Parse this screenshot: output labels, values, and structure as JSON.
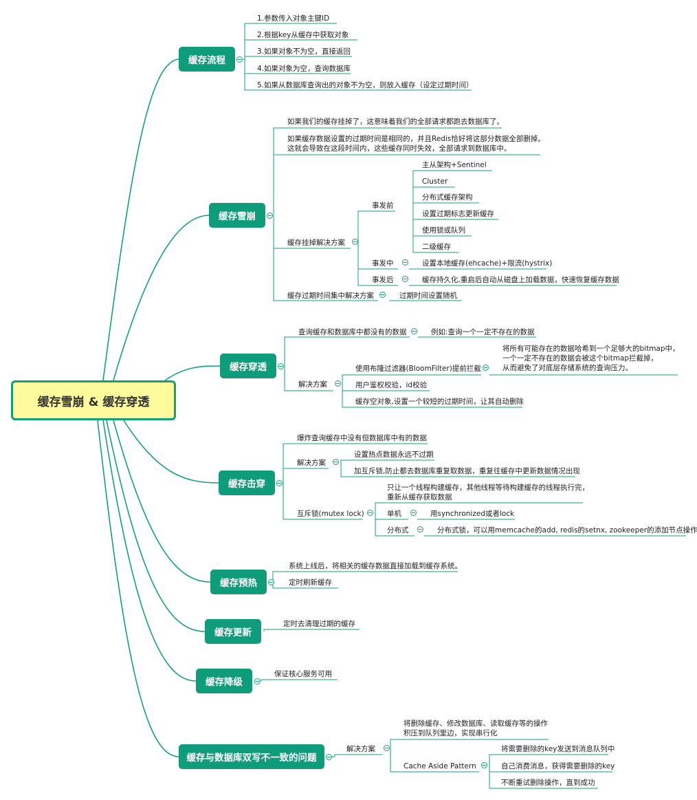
{
  "root": "缓存雪崩 & 缓存穿透",
  "branches": {
    "cache_flow": {
      "title": "缓存流程",
      "items": [
        "1.参数传入对象主键ID",
        "2.根据key从缓存中获取对象",
        "3.如果对象不为空，直接返回",
        "4.如果对象为空，查询数据库",
        "5.如果从数据库查询出的对象不为空，则放入缓存（设定过期时间）"
      ]
    },
    "avalanche": {
      "title": "缓存雪崩",
      "intro": "如果我们的缓存挂掉了，这意味着我们的全部请求都跑去数据库了。",
      "reason": [
        "如果缓存数据设置的过期时间是相同的，并且Redis恰好将这部分数据全部删掉。",
        "这就会导致在这段时间内，这些缓存同时失效，全部请求到数据库中。"
      ],
      "solution_label": "缓存挂掉解决方案",
      "before": {
        "label": "事发前",
        "items": [
          "主从架构+Sentinel",
          "Cluster",
          "分布式缓存架构",
          "设置过期标志更新缓存",
          "使用锁或队列",
          "二级缓存"
        ]
      },
      "during": {
        "label": "事发中",
        "item": "设置本地缓存(ehcache)+限流(hystrix)"
      },
      "after": {
        "label": "事发后",
        "item": "缓存持久化,重启后自动从磁盘上加载数据，快速恢复缓存数据"
      },
      "expire": {
        "label": "缓存过期时间集中解决方案",
        "item": "过期时间设置随机"
      }
    },
    "penetration": {
      "title": "缓存穿透",
      "desc": "查询缓存和数据库中都没有的数据",
      "example": "例如:查询一个一定不存在的数据",
      "solution_label": "解决方案",
      "bloom": "使用布隆过滤器(BloomFilter)提前拦截",
      "bloom_detail": [
        "将所有可能存在的数据哈希到一个足够大的bitmap中，",
        "一个一定不存在的数据会被这个bitmap拦截掉，",
        "从而避免了对底层存储系统的查询压力。"
      ],
      "auth": "用户鉴权校验，id校验",
      "empty": "缓存空对象,设置一个较短的过期时间，让其自动删除"
    },
    "breakdown": {
      "title": "缓存击穿",
      "desc": "爆炸查询缓存中没有但数据库中有的数据",
      "solution_label": "解决方案",
      "solutions": [
        "设置热点数据永远不过期",
        "加互斥锁,防止都去数据库重复取数据，重复往缓存中更新数据情况出现"
      ],
      "mutex_label": "互斥锁(mutex lock)",
      "mutex_desc": [
        "只让一个线程构建缓存，其他线程等待构建缓存的线程执行完，",
        "重新从缓存获取数据"
      ],
      "single": {
        "label": "单机",
        "item": "用synchronized或者lock"
      },
      "distributed": {
        "label": "分布式",
        "item": "分布式锁，可以用memcache的add, redis的setnx, zookeeper的添加节点操作"
      }
    },
    "preheat": {
      "title": "缓存预热",
      "items": [
        "系统上线后，将相关的缓存数据直接加载到缓存系统。",
        "定时刷新缓存"
      ]
    },
    "update": {
      "title": "缓存更新",
      "item": "定时去清理过期的缓存"
    },
    "degrade": {
      "title": "缓存降级",
      "item": "保证核心服务可用"
    },
    "consistency": {
      "title": "缓存与数据库双写不一致的问题",
      "solution_label": "解决方案",
      "serial": [
        "将删除缓存、修改数据库、读取缓存等的操作",
        "积压到队列里边，实现串行化"
      ],
      "aside_label": "Cache Aside Pattern",
      "aside_items": [
        "将需要删除的key发送到消息队列中",
        "自己消费消息，获得需要删除的key",
        "不断重试删除操作，直到成功"
      ]
    }
  },
  "colors": {
    "line": "#12a07d",
    "node": "#0f9c7a",
    "root_fill": "#fdfb9c",
    "root_border": "#11a07a"
  }
}
